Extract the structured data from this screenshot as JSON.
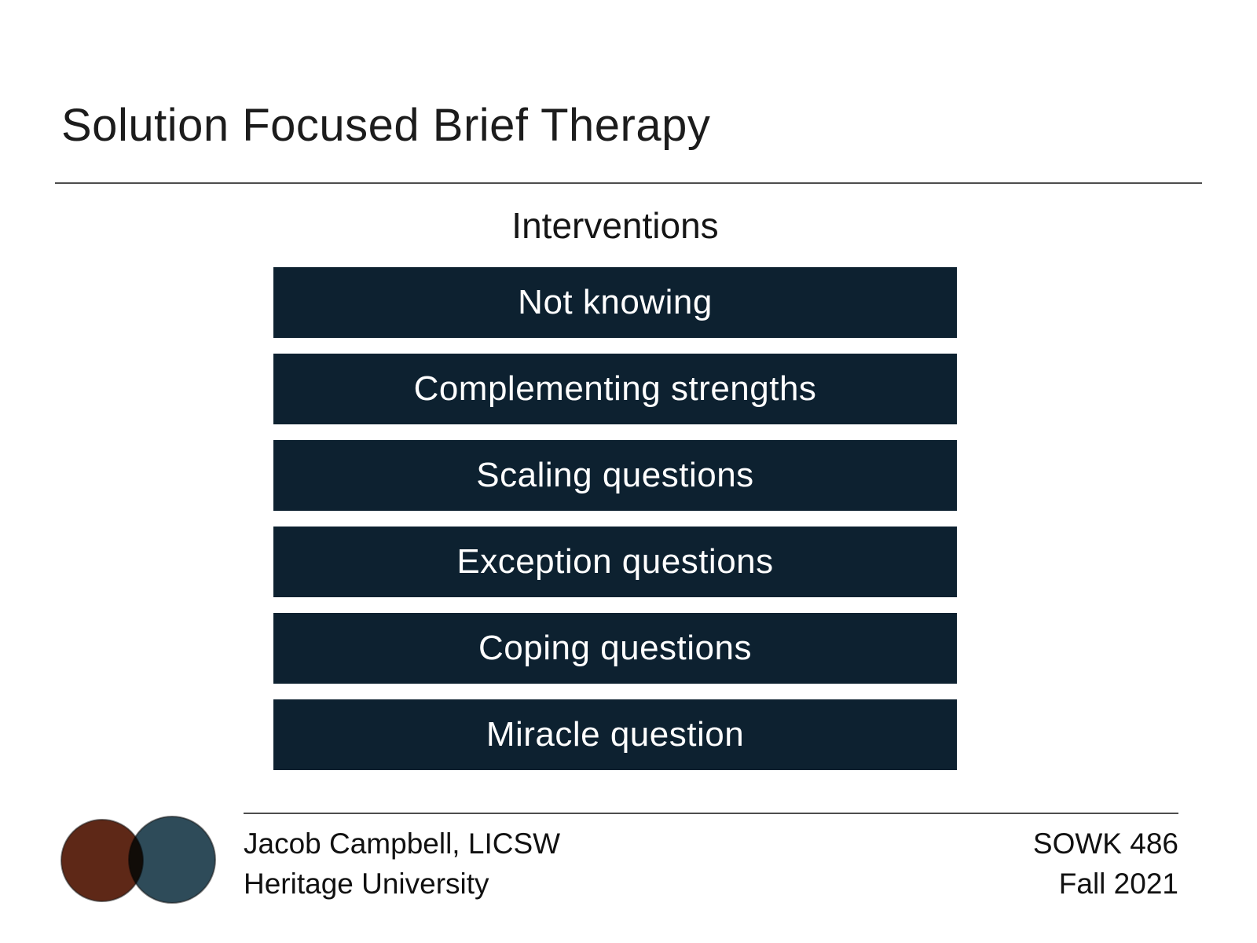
{
  "slide": {
    "title": "Solution Focused Brief Therapy",
    "section_heading": "Interventions",
    "interventions": [
      "Not knowing",
      "Complementing strengths",
      "Scaling questions",
      "Exception questions",
      "Coping questions",
      "Miracle question"
    ],
    "footer": {
      "author": "Jacob Campbell, LICSW",
      "institution": "Heritage University",
      "course": "SOWK 486",
      "term": "Fall 2021"
    },
    "colors": {
      "bar_bg": "#0d2130",
      "bar_text": "#ffffff",
      "logo_maroon": "#5e2817",
      "logo_teal": "#2e4b59"
    }
  }
}
